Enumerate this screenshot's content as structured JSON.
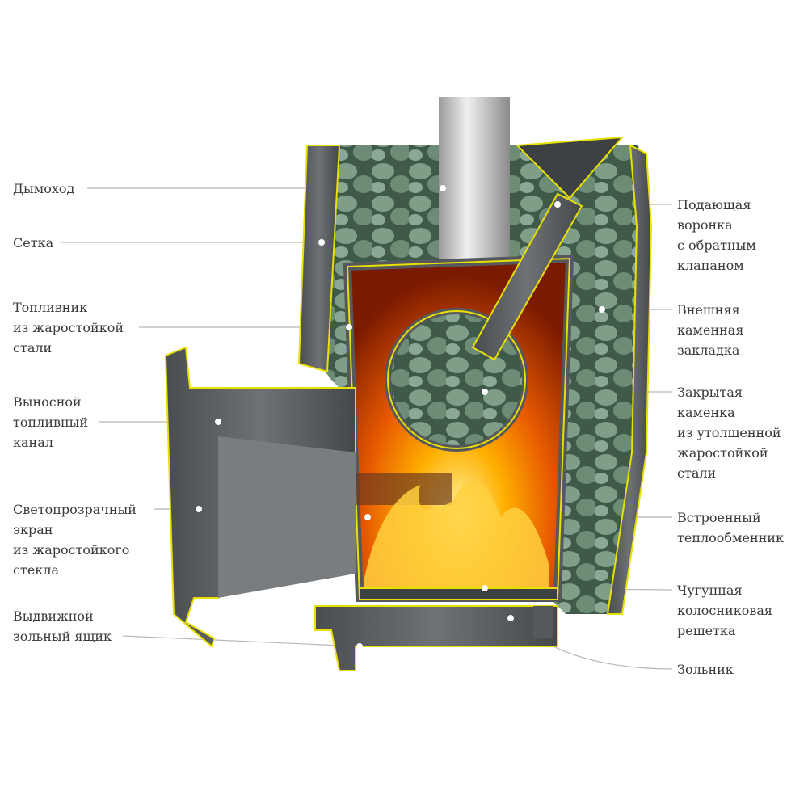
{
  "title": "Sauna stove cross-section diagram",
  "colors": {
    "fire": "#ff8a00",
    "outline": "#e8e000",
    "steel": "#55585c",
    "stone": "#6f8f78",
    "text": "#3a3a3a"
  },
  "left_labels": [
    {
      "id": "chimney",
      "lines": [
        "Дымоход"
      ]
    },
    {
      "id": "mesh",
      "lines": [
        "Сетка"
      ]
    },
    {
      "id": "firebox",
      "lines": [
        "Топливник",
        "из жаростойкой",
        "стали"
      ]
    },
    {
      "id": "fuel-channel",
      "lines": [
        "Выносной",
        "топливный",
        "канал"
      ]
    },
    {
      "id": "glass-screen",
      "lines": [
        "Светопрозрачный",
        "экран",
        "из жаростойкого",
        "стекла"
      ]
    },
    {
      "id": "ash-drawer",
      "lines": [
        "Выдвижной",
        "зольный ящик"
      ]
    }
  ],
  "right_labels": [
    {
      "id": "funnel",
      "lines": [
        "Подающая",
        "воронка",
        "с обратным",
        "клапаном"
      ]
    },
    {
      "id": "outer-stones",
      "lines": [
        "Внешняя",
        "каменная",
        "закладка"
      ]
    },
    {
      "id": "closed-heater",
      "lines": [
        "Закрытая",
        "каменка",
        "из утолщенной",
        "жаростойкой",
        "стали"
      ]
    },
    {
      "id": "heat-exchanger",
      "lines": [
        "Встроенный",
        "теплообменник"
      ]
    },
    {
      "id": "grate",
      "lines": [
        "Чугунная",
        "колосниковая",
        "решетка"
      ]
    },
    {
      "id": "ash-pit",
      "lines": [
        "Зольник"
      ]
    }
  ]
}
